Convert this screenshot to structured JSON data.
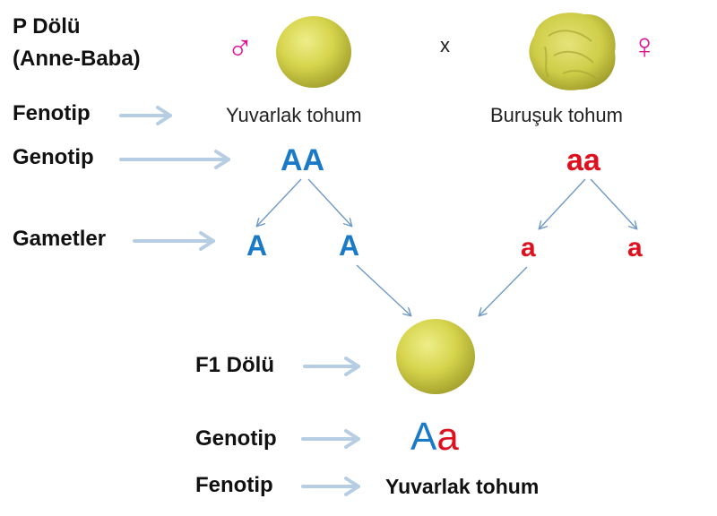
{
  "labels": {
    "p_generation_line1": "P Dölü",
    "p_generation_line2": "(Anne-Baba)",
    "phenotype": "Fenotip",
    "genotype": "Genotip",
    "gametes": "Gametler",
    "f1_generation": "F1 Dölü",
    "f1_genotype": "Genotip",
    "f1_phenotype": "Fenotip"
  },
  "parents": {
    "male_symbol": "♂",
    "female_symbol": "♀",
    "cross_symbol": "x",
    "male_phenotype": "Yuvarlak tohum",
    "female_phenotype": "Buruşuk tohum",
    "male_genotype": "AA",
    "female_genotype": "aa"
  },
  "gametes": {
    "male_1": "A",
    "male_2": "A",
    "female_1": "a",
    "female_2": "a"
  },
  "offspring": {
    "genotype_dominant": "A",
    "genotype_recessive": "a",
    "phenotype": "Yuvarlak tohum"
  },
  "colors": {
    "dominant_allele": "#1a7ac8",
    "recessive_allele": "#e0111f",
    "sex_symbol": "#e0119c",
    "pointer_arrow": "#b7cde3",
    "pea_fill": "#d4d24a"
  }
}
